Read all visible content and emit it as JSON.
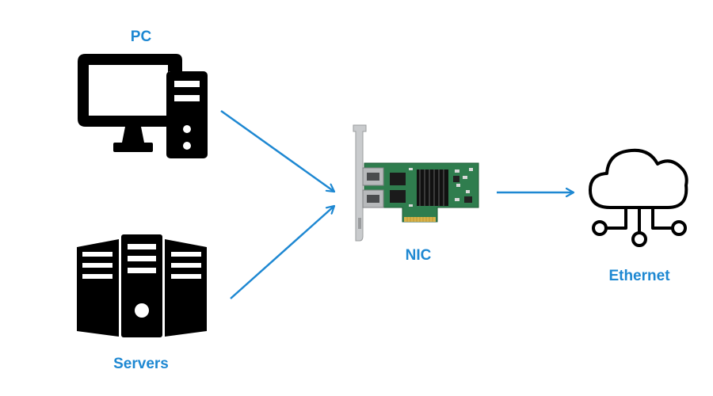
{
  "labels": {
    "pc": "PC",
    "servers": "Servers",
    "nic": "NIC",
    "ethernet": "Ethernet"
  },
  "colors": {
    "accent": "#1e88d2",
    "icon": "#000000",
    "pcb_green": "#2f7d4e",
    "bracket": "#c9cbcd"
  },
  "icons": {
    "pc": "desktop-computer-icon",
    "servers": "server-rack-icon",
    "nic": "network-interface-card",
    "ethernet": "cloud-network-icon"
  }
}
